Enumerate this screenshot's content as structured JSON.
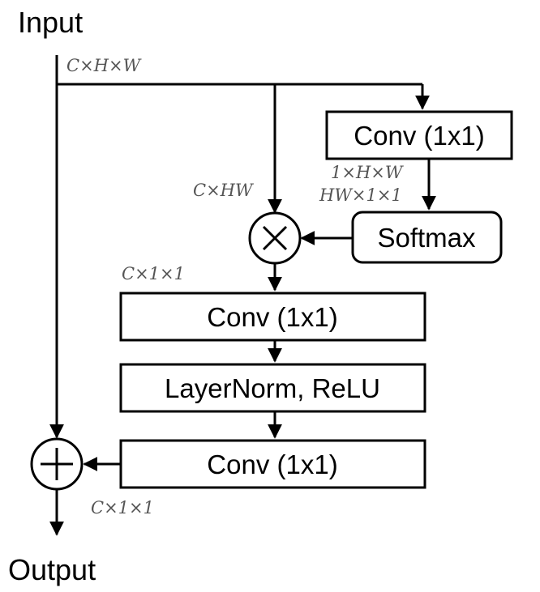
{
  "labels": {
    "input": "Input",
    "output": "Output"
  },
  "blocks": {
    "conv_top": "Conv (1x1)",
    "softmax": "Softmax",
    "conv_mid": "Conv (1x1)",
    "layernorm": "LayerNorm, ReLU",
    "conv_bottom": "Conv (1x1)"
  },
  "dims": {
    "input": "C×H×W",
    "branch": "C×HW",
    "conv_out": "1×H×W",
    "reshape": "HW×1×1",
    "context": "C×1×1",
    "transform_out": "C×1×1"
  },
  "operators": {
    "multiply_icon": "multiply-icon",
    "add_icon": "add-icon"
  }
}
